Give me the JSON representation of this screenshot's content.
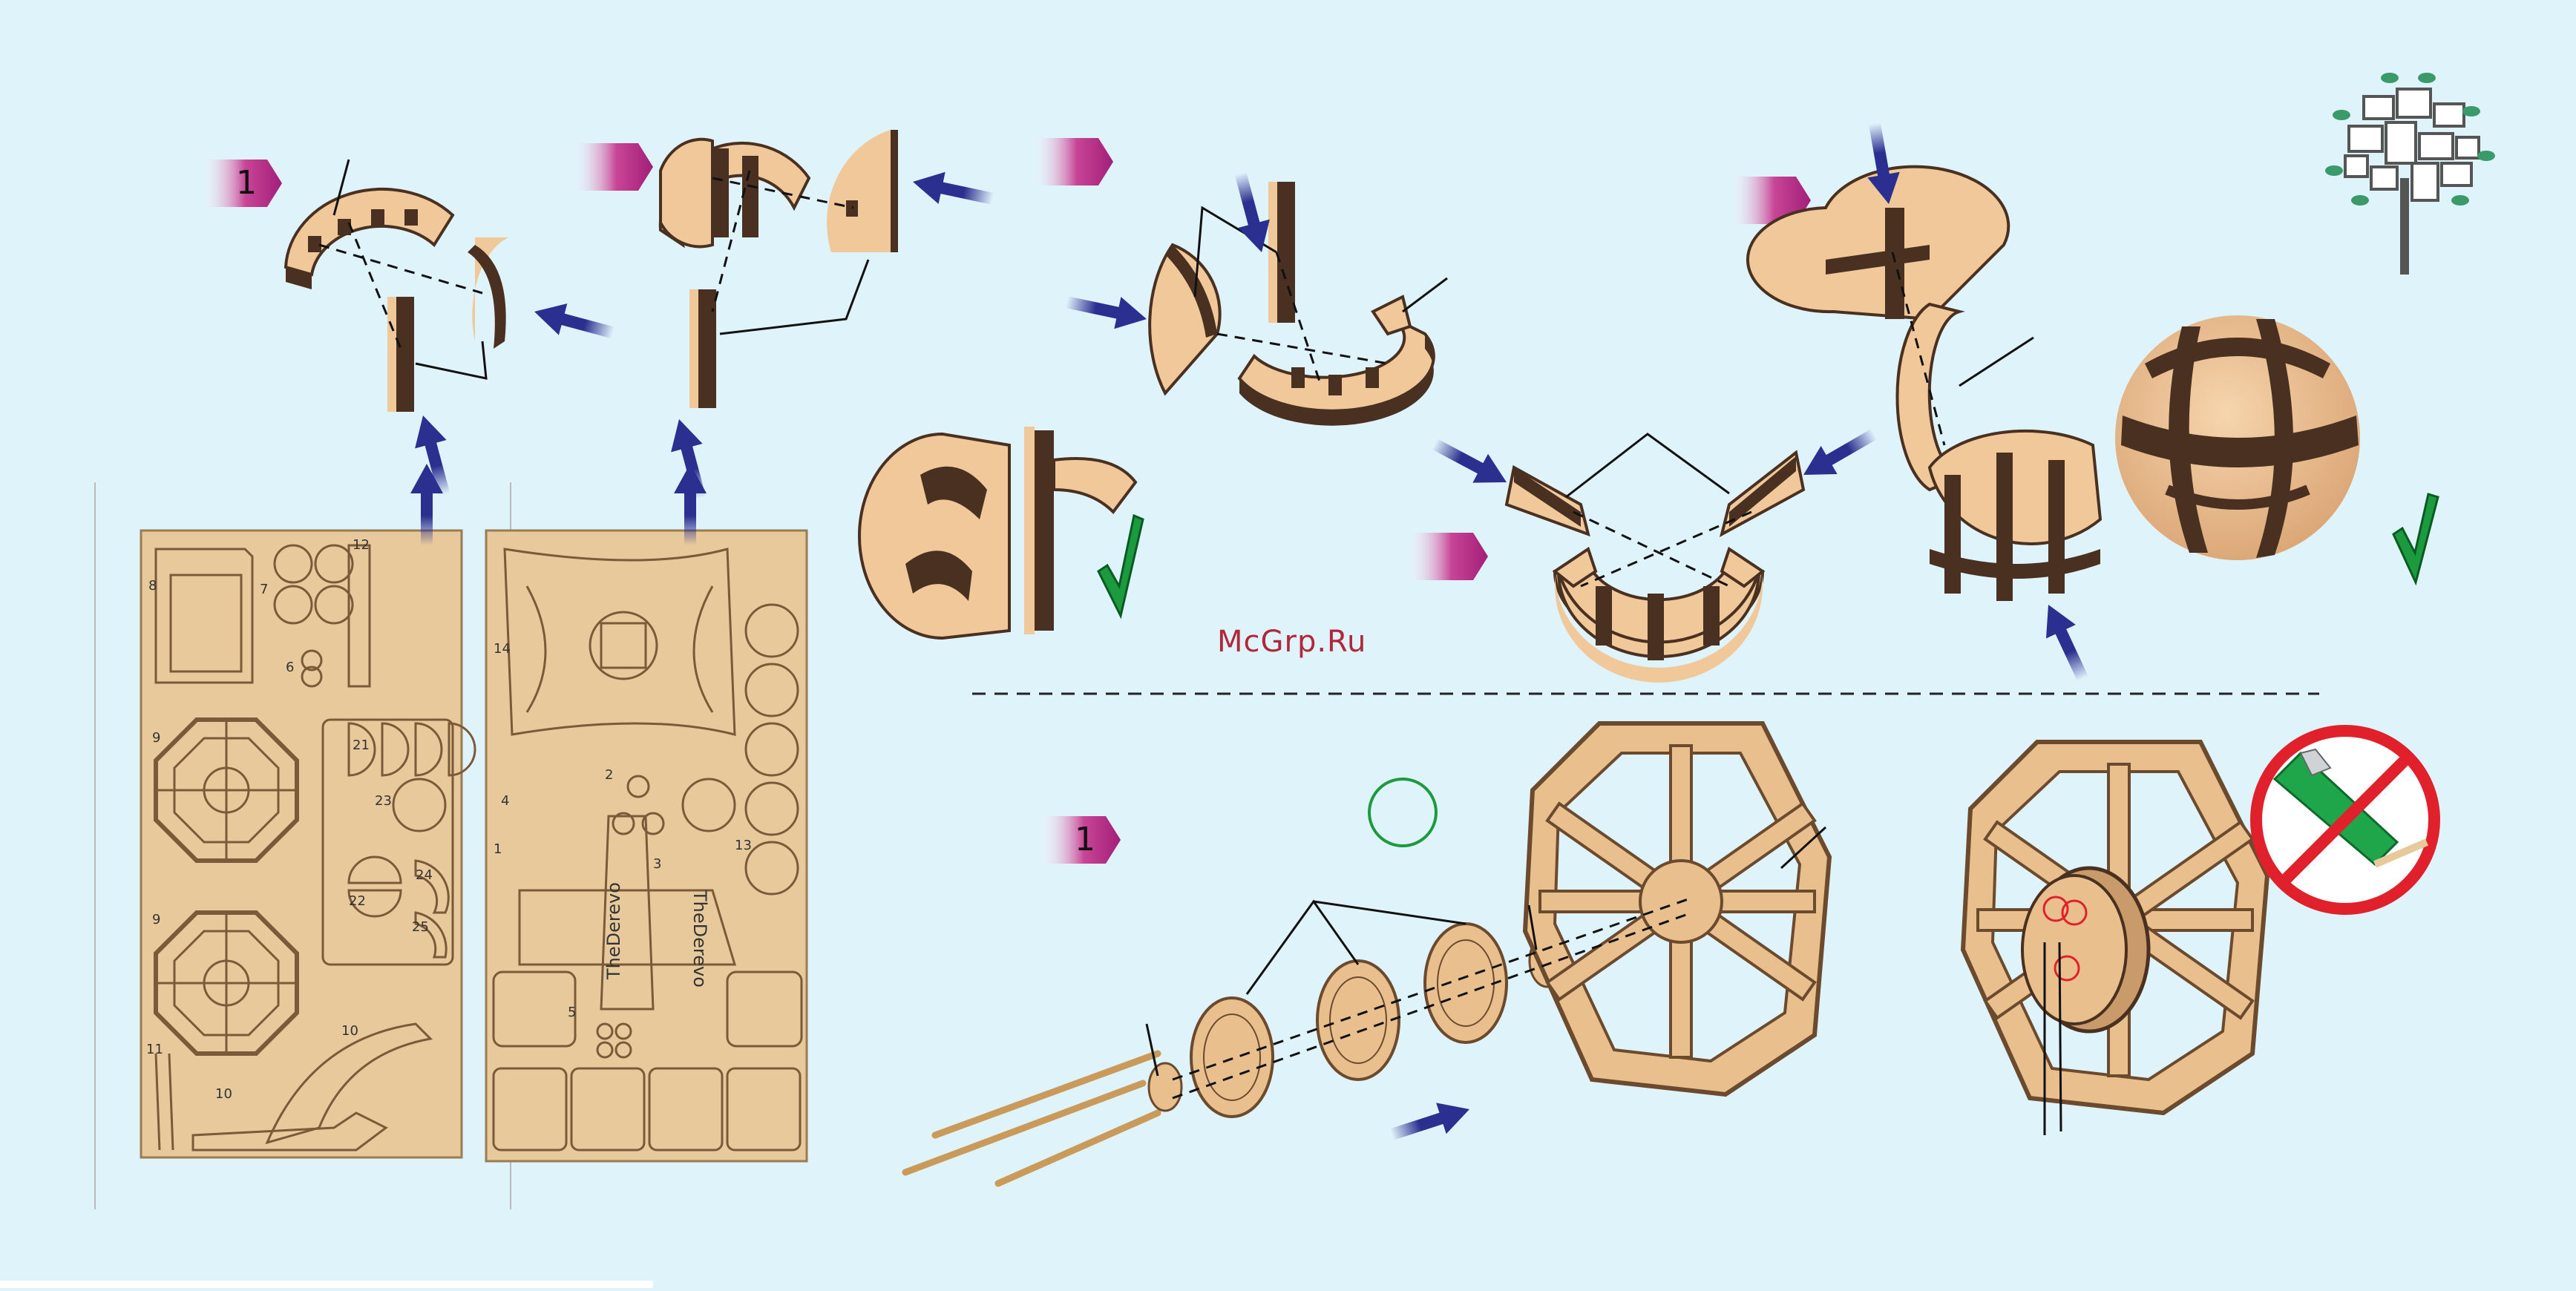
{
  "watermark": {
    "text": "McGrp.Ru",
    "color": "#b0283a"
  },
  "step_badges": [
    {
      "label": "1"
    },
    {
      "label": ""
    },
    {
      "label": ""
    },
    {
      "label": ""
    },
    {
      "label": ""
    },
    {
      "label": "1"
    }
  ],
  "sheet_a": {
    "part_numbers": [
      "8",
      "7",
      "12",
      "6",
      "9",
      "21",
      "23",
      "22",
      "24",
      "25",
      "9",
      "10",
      "11",
      "10"
    ]
  },
  "sheet_b": {
    "part_numbers": [
      "14",
      "2",
      "4",
      "1",
      "3",
      "13",
      "5"
    ],
    "brand_text": [
      "TheDerevo",
      "TheDerevo"
    ]
  },
  "colors": {
    "background": "#dff3fb",
    "wood_light": "#f0c89a",
    "wood_dark": "#4a3020",
    "sheet": "#e8c99c",
    "arrow": "#2b2f8f",
    "badge": "#b0287f",
    "check": "#1c9a3e",
    "warning": "#e0202a",
    "knife": "#1fa64a"
  },
  "icons": [
    "tree-logo-icon",
    "check-icon",
    "no-knife-icon",
    "arrow-icon"
  ]
}
